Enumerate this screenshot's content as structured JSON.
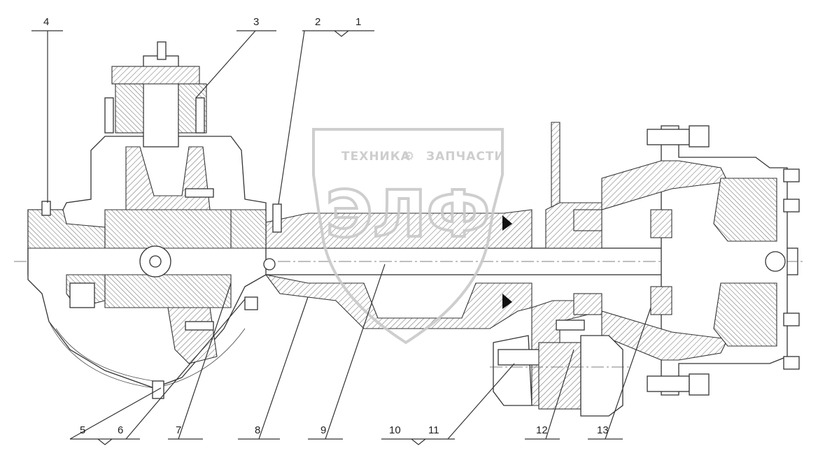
{
  "callouts": {
    "c1": "1",
    "c2": "2",
    "c3": "3",
    "c4": "4",
    "c5": "5",
    "c6": "6",
    "c7": "7",
    "c8": "8",
    "c9": "9",
    "c10": "10",
    "c11": "11",
    "c12": "12",
    "c13": "13"
  },
  "watermark": {
    "left_word": "ТЕХНИКА",
    "right_word": "ЗАПЧАСТИ",
    "logo": "ЭЛФ"
  },
  "colors": {
    "line": "#333333",
    "background": "#ffffff",
    "watermark": "#c9c9c9"
  }
}
